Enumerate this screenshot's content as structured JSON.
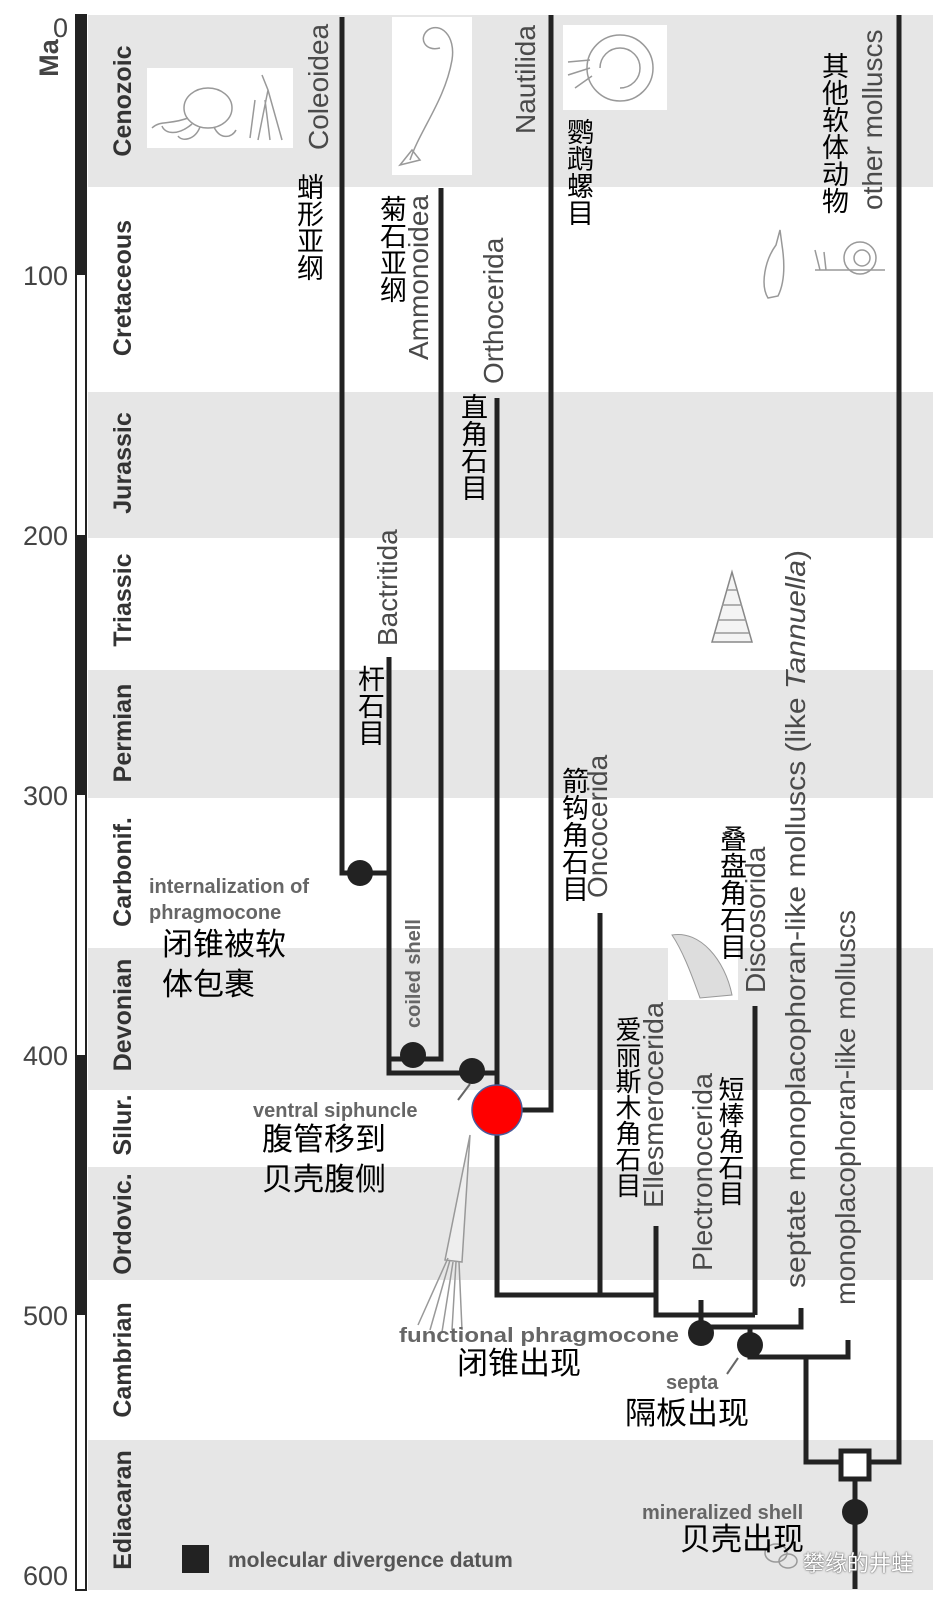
{
  "axis": {
    "unit": "Ma",
    "ticks": [
      "0",
      "100",
      "200",
      "300",
      "400",
      "500",
      "600"
    ]
  },
  "periods": [
    "Cenozoic",
    "Cretaceous",
    "Jurassic",
    "Triassic",
    "Permian",
    "Carbonif.",
    "Devonian",
    "Silur.",
    "Ordovic.",
    "Cambrian",
    "Ediacaran"
  ],
  "taxa": {
    "coleoidea": {
      "en": "Coleoidea",
      "zh": "蛸形亚纲"
    },
    "ammonoidea": {
      "en": "Ammonoidea",
      "zh": "菊石亚纲"
    },
    "orthocerida": {
      "en": "Orthocerida",
      "zh": "直角石目"
    },
    "nautilida": {
      "en": "Nautilida",
      "zh": "鹦鹉螺目"
    },
    "other": {
      "en": "other molluscs",
      "zh": "其他软体动物"
    },
    "bactritida": {
      "en": "Bactritida",
      "zh": "杆石目"
    },
    "oncocerida": {
      "en": "Oncocerida",
      "zh": "箭钩角石目"
    },
    "discosorida": {
      "en": "Discosorida",
      "zh": "叠盘角石目"
    },
    "ellesmerocerida": {
      "en": "Ellesmerocerida",
      "zh": "爱丽斯木角石目"
    },
    "plectronocerida": {
      "en": "Plectronocerida",
      "zh": "短棒角石目"
    },
    "septate": {
      "en_prefix": "septate monoplacophoran-like molluscs (like ",
      "en_italic": "Tannuella",
      "en_suffix": ")"
    },
    "monoplac": {
      "en": "monoplacophoran-like molluscs"
    }
  },
  "events": {
    "internalization": {
      "en1": "internalization of",
      "en2": "phragmocone",
      "zh1": "闭锥被软",
      "zh2": "体包裹"
    },
    "coiled": {
      "en": "coiled shell"
    },
    "ventral": {
      "en": "ventral siphuncle",
      "zh1": "腹管移到",
      "zh2": "贝壳腹侧"
    },
    "functional": {
      "en": "functional phragmocone",
      "zh": "闭锥出现"
    },
    "septa": {
      "en": "septa",
      "zh": "隔板出现"
    },
    "mineralized": {
      "en": "mineralized shell",
      "zh": "贝壳出现"
    }
  },
  "legend": {
    "label": "molecular divergence datum"
  },
  "watermark": {
    "text": "攀缘的井蛙"
  },
  "colors": {
    "highlight": "#ff0000",
    "band": "#e6e6e6",
    "branch": "#222222"
  }
}
